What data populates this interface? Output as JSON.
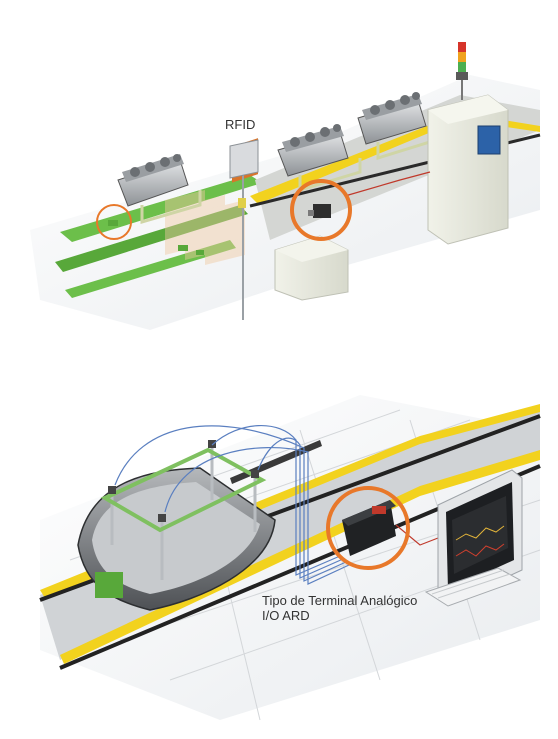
{
  "labels": {
    "rfid": "RFID",
    "terminal_line1": "Tipo de Terminal Analógico",
    "terminal_line2": "I/O ARD"
  },
  "colors": {
    "highlight_circle": "#e8782a",
    "conveyor_green": "#6cbf4a",
    "hazard_yellow": "#f2d21e",
    "cable_blue": "#5a7fc0",
    "cable_red": "#c0392b"
  },
  "icons": [
    "engine-block-icon",
    "rfid-antenna-icon",
    "signal-tower-icon",
    "control-cabinet-icon",
    "monitor-icon",
    "keyboard-icon"
  ]
}
